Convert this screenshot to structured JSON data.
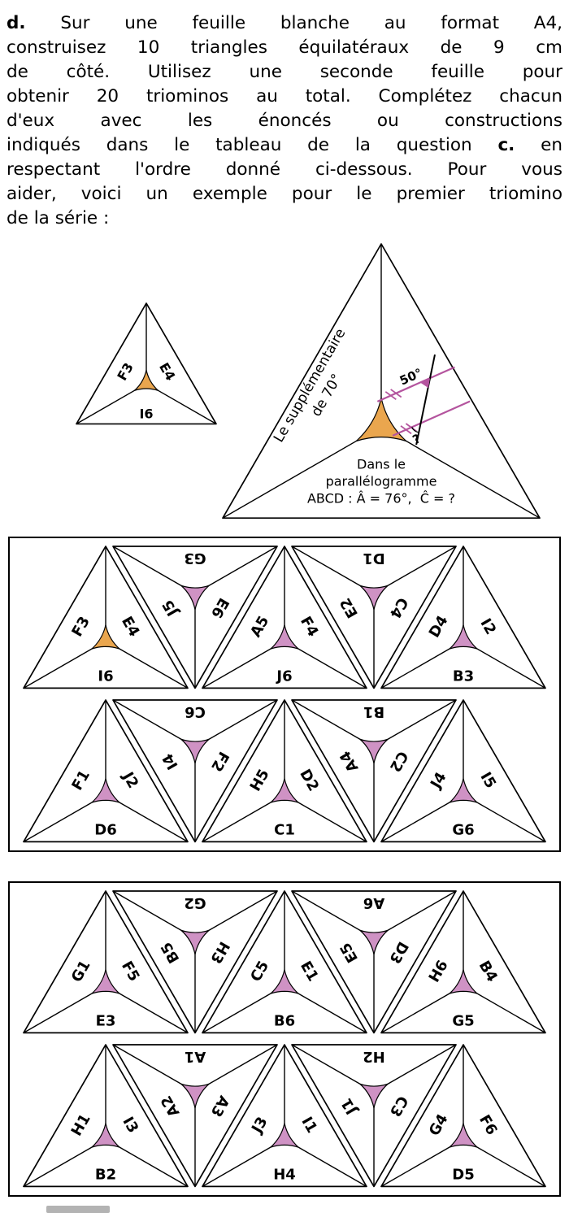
{
  "colors": {
    "orange": "#eaa64e",
    "pink": "#cf92c4",
    "magenta": "#b4549e",
    "stroke": "#000000",
    "page_bg": "#ffffff"
  },
  "paragraph": {
    "lines": [
      [
        {
          "text": "d.",
          "bold": true
        },
        {
          "text": " Sur une feuille blanche au format A4,"
        }
      ],
      [
        {
          "text": "construisez 10 triangles équilatéraux de 9 cm"
        }
      ],
      [
        {
          "text": "de côté. Utilisez une seconde feuille pour"
        }
      ],
      [
        {
          "text": "obtenir 20 triominos au total. Complétez chacun"
        }
      ],
      [
        {
          "text": "d'eux avec les énoncés ou constructions"
        }
      ],
      [
        {
          "text": "indiqués dans le tableau de la question "
        },
        {
          "text": "c.",
          "bold": true
        },
        {
          "text": " en"
        }
      ],
      [
        {
          "text": "respectant l'ordre donné ci-dessous. Pour vous"
        }
      ],
      [
        {
          "text": "aider, voici un exemple pour le premier triomino"
        }
      ],
      [
        {
          "text": "de la série :"
        }
      ]
    ]
  },
  "example": {
    "small": {
      "dir": "up",
      "labels": [
        "F3",
        "E4",
        "I6"
      ],
      "center": "orange"
    },
    "large": {
      "center": "orange",
      "left_text": [
        "Le supplémentaire",
        "de 70°"
      ],
      "angle_label": "50°",
      "question_label": "?",
      "bottom_text": [
        "Dans le",
        "parallélogramme",
        "ABCD : Â = 76°,  Ĉ = ?"
      ]
    }
  },
  "boxes": [
    {
      "rows": [
        [
          {
            "dir": "up",
            "labels": [
              "F3",
              "E4",
              "I6"
            ],
            "center": "orange"
          },
          {
            "dir": "down",
            "labels": [
              "G3",
              "J5",
              "E6"
            ],
            "center": "pink"
          },
          {
            "dir": "up",
            "labels": [
              "A5",
              "F4",
              "J6"
            ],
            "center": "pink"
          },
          {
            "dir": "down",
            "labels": [
              "D1",
              "E2",
              "C4"
            ],
            "center": "pink"
          },
          {
            "dir": "up",
            "labels": [
              "D4",
              "I2",
              "B3"
            ],
            "center": "pink"
          }
        ],
        [
          {
            "dir": "up",
            "labels": [
              "F1",
              "J2",
              "D6"
            ],
            "center": "pink"
          },
          {
            "dir": "down",
            "labels": [
              "C6",
              "I4",
              "F2"
            ],
            "center": "pink"
          },
          {
            "dir": "up",
            "labels": [
              "H5",
              "D2",
              "C1"
            ],
            "center": "pink"
          },
          {
            "dir": "down",
            "labels": [
              "B1",
              "A4",
              "C2"
            ],
            "center": "pink"
          },
          {
            "dir": "up",
            "labels": [
              "J4",
              "I5",
              "G6"
            ],
            "center": "pink"
          }
        ]
      ]
    },
    {
      "rows": [
        [
          {
            "dir": "up",
            "labels": [
              "G1",
              "F5",
              "E3"
            ],
            "center": "pink"
          },
          {
            "dir": "down",
            "labels": [
              "G2",
              "B5",
              "H3"
            ],
            "center": "pink"
          },
          {
            "dir": "up",
            "labels": [
              "C5",
              "E1",
              "B6"
            ],
            "center": "pink"
          },
          {
            "dir": "down",
            "labels": [
              "A6",
              "E5",
              "D3"
            ],
            "center": "pink"
          },
          {
            "dir": "up",
            "labels": [
              "H6",
              "B4",
              "G5"
            ],
            "center": "pink"
          }
        ],
        [
          {
            "dir": "up",
            "labels": [
              "H1",
              "I3",
              "B2"
            ],
            "center": "pink"
          },
          {
            "dir": "down",
            "labels": [
              "A1",
              "A2",
              "A3"
            ],
            "center": "pink"
          },
          {
            "dir": "up",
            "labels": [
              "J3",
              "I1",
              "H4"
            ],
            "center": "pink"
          },
          {
            "dir": "down",
            "labels": [
              "H2",
              "J1",
              "C3"
            ],
            "center": "pink"
          },
          {
            "dir": "up",
            "labels": [
              "G4",
              "F6",
              "D5"
            ],
            "center": "pink"
          }
        ]
      ]
    }
  ]
}
